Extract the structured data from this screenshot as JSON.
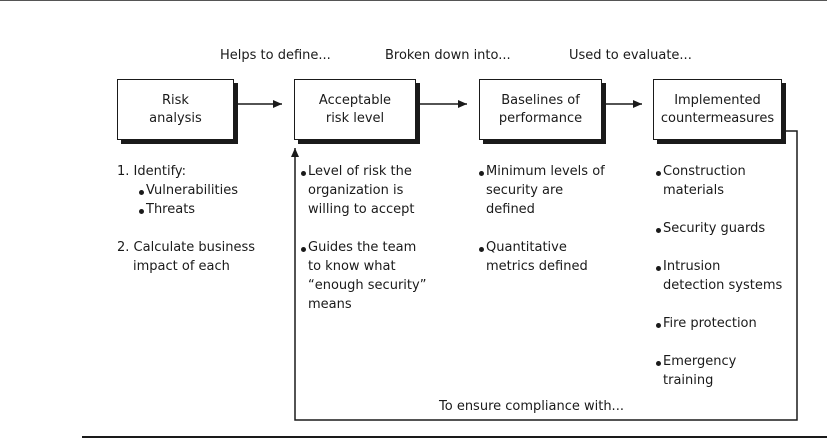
{
  "edges": {
    "define": "Helps to define...",
    "broken": "Broken down into...",
    "evaluate": "Used to evaluate...",
    "compliance": "To ensure compliance with..."
  },
  "boxes": {
    "risk": [
      "Risk",
      "analysis"
    ],
    "acceptable": [
      "Acceptable",
      "risk level"
    ],
    "baselines": [
      "Baselines of",
      "performance"
    ],
    "implemented": [
      "Implemented",
      "countermeasures"
    ]
  },
  "risk_column": {
    "identify": "1.  Identify:",
    "vulnerabilities": "Vulnerabilities",
    "threats": "Threats",
    "calculate": [
      "2. Calculate business",
      "impact of each"
    ]
  },
  "acceptable_column": {
    "level": [
      "Level of risk the",
      "organization is",
      "willing to accept"
    ],
    "guides": [
      "Guides the team",
      "to know what",
      "“enough security”",
      "means"
    ]
  },
  "baselines_column": {
    "minimum": [
      "Minimum levels of",
      "security are",
      "defined"
    ],
    "quantitative": [
      "Quantitative",
      "metrics defined"
    ]
  },
  "countermeasures_column": {
    "construction": [
      "Construction",
      "materials"
    ],
    "guards": "Security guards",
    "intrusion": [
      "Intrusion",
      "detection systems"
    ],
    "fire": "Fire protection",
    "emergency": [
      "Emergency",
      "training"
    ]
  }
}
